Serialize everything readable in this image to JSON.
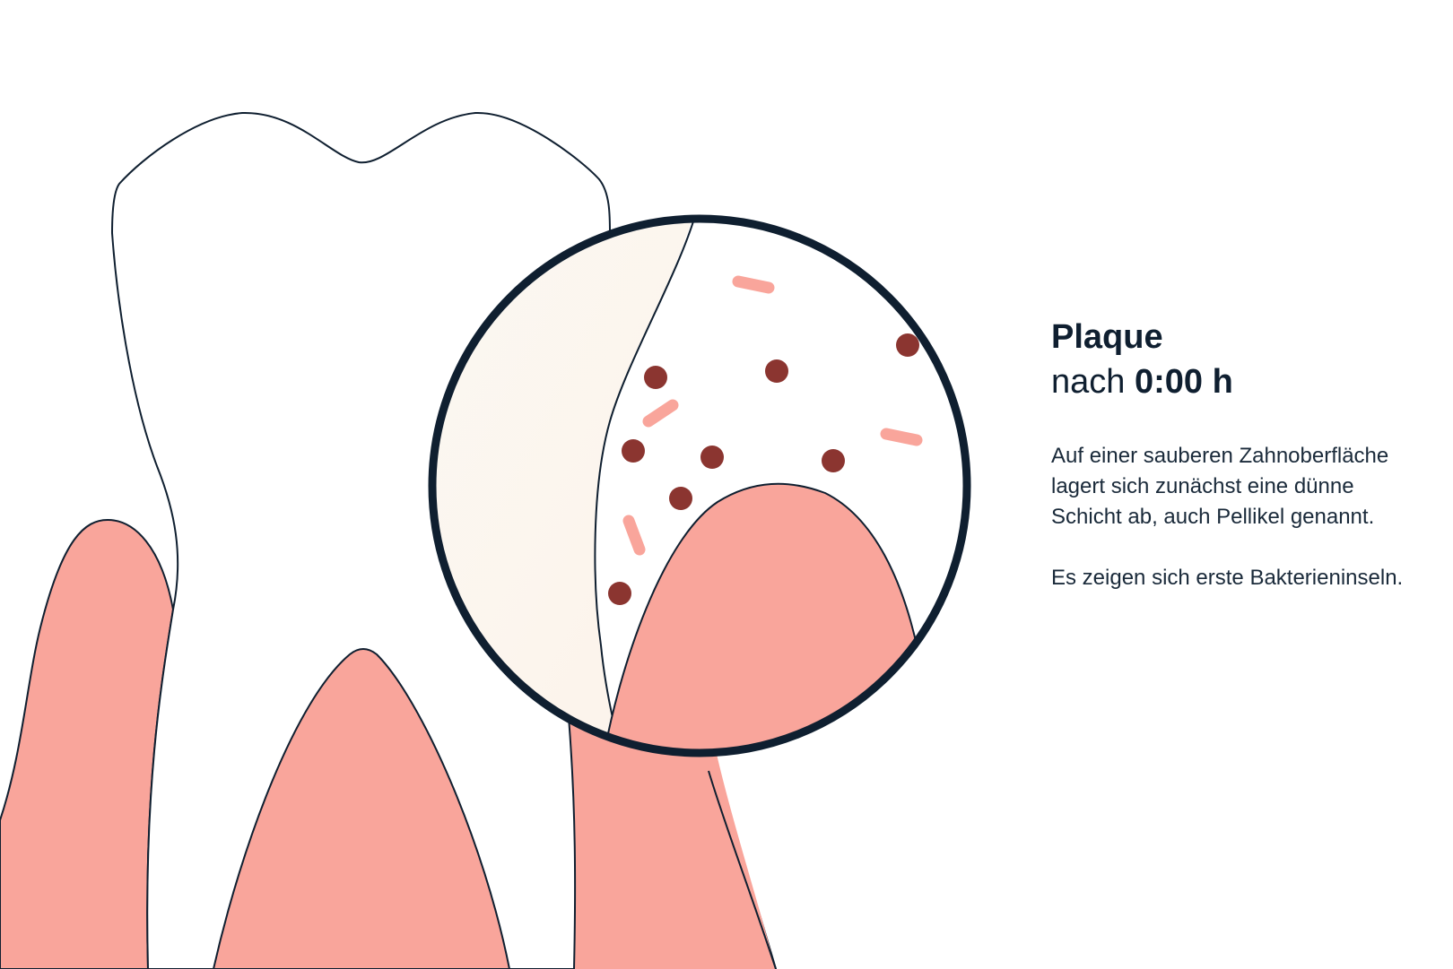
{
  "info": {
    "title": "Plaque",
    "subtitle_prefix": "nach",
    "subtitle_time": "0:00 h",
    "paragraph_1": "Auf einer sauberen Zahnoberfläche lagert sich zunächst eine dünne Schicht ab, auch Pellikel genannt.",
    "paragraph_2": "Es zeigen sich erste Bakterieninseln."
  },
  "colors": {
    "background": "#ffffff",
    "outline": "#0f1f30",
    "gum": "#f9a59b",
    "enamel": "#fbf6ee",
    "bacteria_cocci": "#8b3530",
    "bacteria_rods": "#f9a59b",
    "text": "#0f1f30"
  },
  "icons": {
    "tooth": "tooth-outline-icon",
    "magnifier": "magnifier-lens-icon",
    "bacteria": "bacteria-dot-icon"
  }
}
